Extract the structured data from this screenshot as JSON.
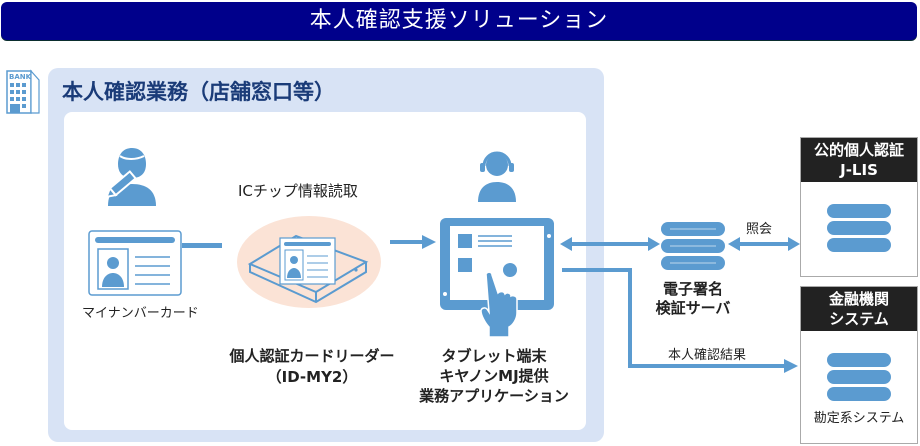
{
  "header": {
    "title": "本人確認支援ソリューション"
  },
  "bank_icon": {
    "label": "BANK"
  },
  "panel": {
    "title": "本人確認業務（店舗窓口等）"
  },
  "card": {
    "label": "マイナンバーカード"
  },
  "reader": {
    "caption": "ICチップ情報読取",
    "label_line1": "個人認証カードリーダー",
    "label_line2": "（ID-MY2）"
  },
  "tablet": {
    "label_line1": "タブレット端末",
    "label_line2": "キヤノンMJ提供",
    "label_line3": "業務アプリケーション"
  },
  "sig_server": {
    "label_line1": "電子署名",
    "label_line2": "検証サーバ"
  },
  "arrows": {
    "inquiry": "照会",
    "result": "本人確認結果"
  },
  "jlis": {
    "title_line1": "公的個人認証",
    "title_line2": "J-LIS"
  },
  "bank_system": {
    "title_line1": "金融機関",
    "title_line2": "システム",
    "label": "勘定系システム"
  },
  "colors": {
    "title_bg": "#00008b",
    "panel_bg": "#d8e3f5",
    "icon_blue": "#5b9bd0",
    "reader_bg": "#fbe3d6",
    "ext_head_bg": "#222222"
  }
}
